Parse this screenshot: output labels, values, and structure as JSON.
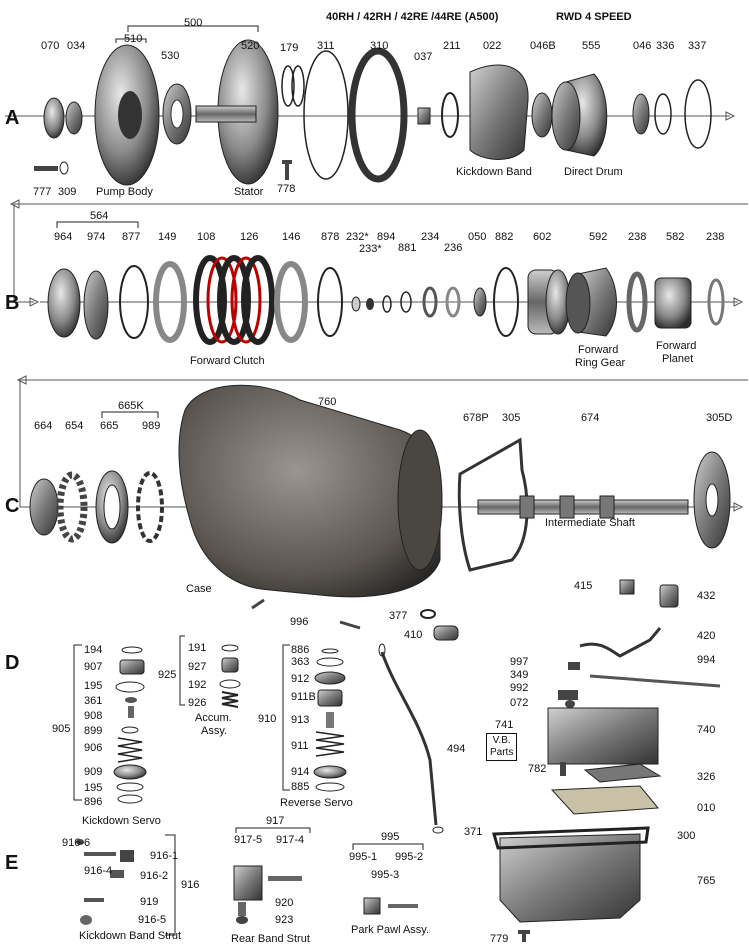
{
  "header": {
    "title": "40RH / 42RH / 42RE /44RE  (A500)",
    "subtitle": "RWD 4 SPEED"
  },
  "rows": [
    "A",
    "B",
    "C",
    "D",
    "E"
  ],
  "rowA": {
    "labels": [
      "070",
      "034",
      "500",
      "510",
      "530",
      "520",
      "179",
      "311",
      "310",
      "037",
      "211",
      "022",
      "046B",
      "555",
      "046",
      "336",
      "337",
      "777",
      "309",
      "778"
    ],
    "captions": {
      "pump": "Pump Body",
      "stator": "Stator",
      "kickdown": "Kickdown  Band",
      "drum": "Direct Drum"
    }
  },
  "rowB": {
    "labels": [
      "564",
      "964",
      "974",
      "877",
      "149",
      "108",
      "126",
      "146",
      "878",
      "232*",
      "233*",
      "894",
      "881",
      "234",
      "236",
      "050",
      "882",
      "602",
      "592",
      "238",
      "582",
      "238"
    ],
    "captions": {
      "clutch": "Forward  Clutch",
      "ring1": "Forward",
      "ring2": "Ring Gear",
      "planet1": "Forward",
      "planet2": "Planet"
    }
  },
  "rowC": {
    "labels": [
      "665K",
      "664",
      "654",
      "665",
      "989",
      "760",
      "678P",
      "305",
      "674",
      "305D"
    ],
    "captions": {
      "case": "Case",
      "shaft": "Intermediate Shaft"
    }
  },
  "rowD": {
    "kd": [
      "194",
      "907",
      "195",
      "361",
      "908",
      "899",
      "906",
      "909",
      "195",
      "896"
    ],
    "kd_group": "905",
    "kd_caption": "Kickdown  Servo",
    "acc": [
      "191",
      "927",
      "192",
      "926"
    ],
    "acc_group": "925",
    "acc_caption1": "Accum.",
    "acc_caption2": "Assy.",
    "rev": [
      "886",
      "363",
      "912",
      "911B",
      "913",
      "911",
      "914",
      "885"
    ],
    "rev_group": "910",
    "rev_caption": "Reverse  Servo",
    "misc": [
      "996",
      "377",
      "410",
      "494",
      "371"
    ],
    "vb": [
      "415",
      "432",
      "420",
      "994",
      "997",
      "349",
      "992",
      "072",
      "740",
      "782",
      "326",
      "010"
    ],
    "vb_box": "741",
    "vb_box1": "V.B.",
    "vb_box2": "Parts"
  },
  "rowE": {
    "kdb": [
      "916-6",
      "916-1",
      "916-4",
      "916-2",
      "916",
      "919",
      "916-5"
    ],
    "kdb_caption": "Kickdown  Band  Strut",
    "rb": [
      "917",
      "917-5",
      "917-4",
      "920",
      "923"
    ],
    "rb_caption": "Rear Band Strut",
    "pp": [
      "995",
      "995-1",
      "995-2",
      "995-3"
    ],
    "pp_caption": "Park  Pawl  Assy.",
    "pan": [
      "300",
      "765",
      "779"
    ]
  }
}
